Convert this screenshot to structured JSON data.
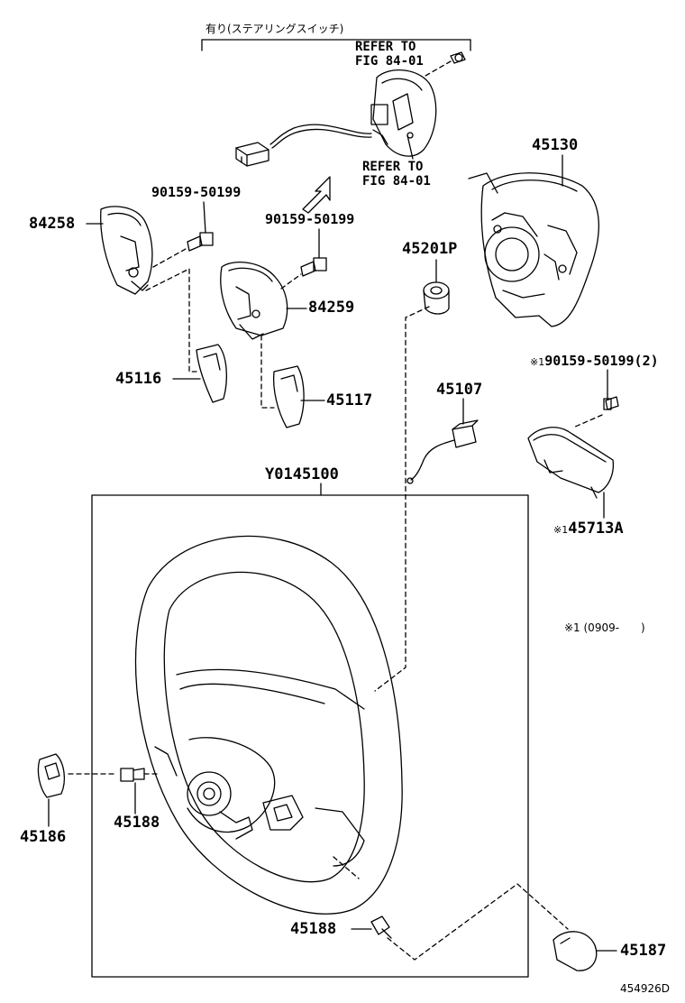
{
  "header": {
    "option_note": "有り(ステアリングスイッチ)",
    "refer_top_line1": "REFER TO",
    "refer_top_line2": "FIG 84-01",
    "refer_mid_line1": "REFER TO",
    "refer_mid_line2": "FIG 84-01"
  },
  "parts": {
    "p45130": "45130",
    "p90159_a": "90159-50199",
    "p84258": "84258",
    "p90159_b": "90159-50199",
    "p45201p": "45201P",
    "p84259": "84259",
    "p45116": "45116",
    "p45117": "45117",
    "p45107": "45107",
    "p90159_c_mark": "※1",
    "p90159_c": "90159-50199(2)",
    "p45713a_mark": "※1",
    "p45713a": "45713A",
    "pY0145100": "Y0145100",
    "p45186": "45186",
    "p45188_a": "45188",
    "p45188_b": "45188",
    "p45187": "45187"
  },
  "notes": {
    "date_note": "※1 (0909-　　)"
  },
  "footer": {
    "figure_id": "454926D"
  }
}
